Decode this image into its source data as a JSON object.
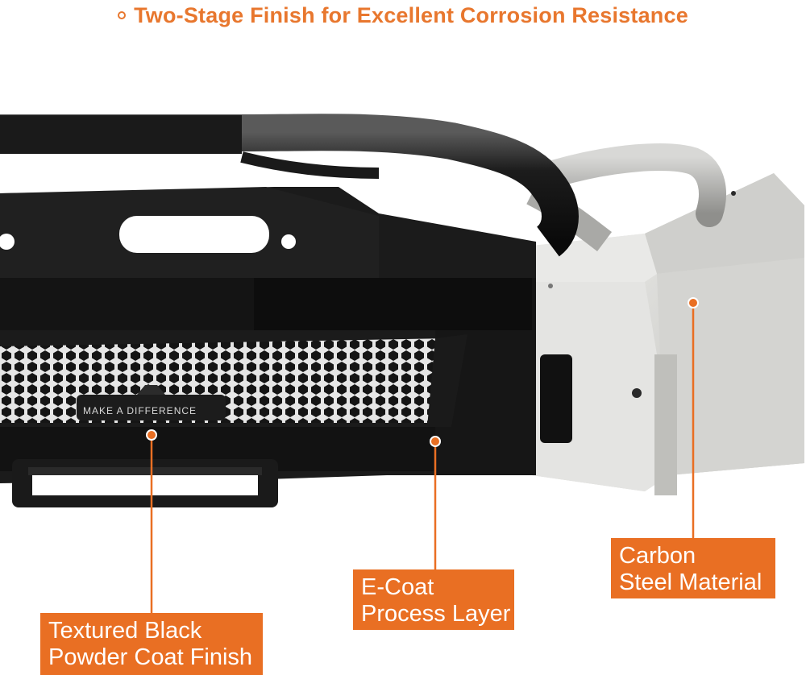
{
  "header": {
    "title": "Two-Stage Finish for Excellent Corrosion Resistance",
    "bullet_icon": "ring-bullet-icon"
  },
  "product": {
    "plate_text": "MAKE A DIFFERENCE"
  },
  "callouts": [
    {
      "line1": "Textured Black",
      "line2": "Powder Coat Finish"
    },
    {
      "line1": "E-Coat",
      "line2": "Process Layer"
    },
    {
      "line1": "Carbon",
      "line2": "Steel Material"
    }
  ],
  "colors": {
    "accent": "#e96f23",
    "title": "#e8772e",
    "steel": "#d9d9d6",
    "coating": "#1a1a1a"
  }
}
